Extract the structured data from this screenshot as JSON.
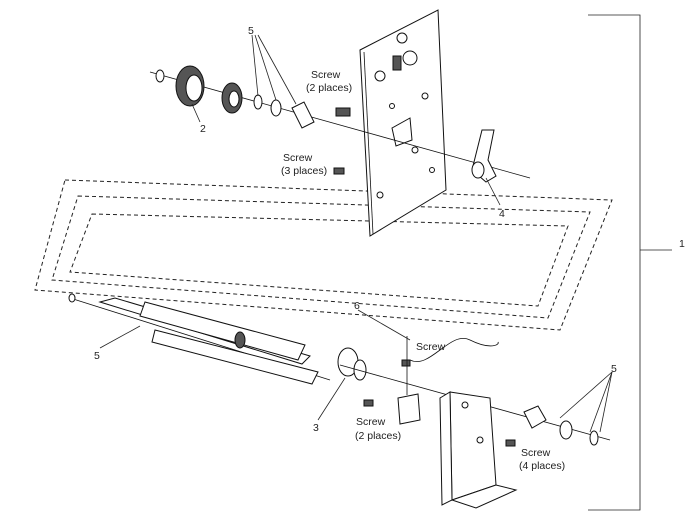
{
  "diagram": {
    "callouts": {
      "assembly": "1",
      "pulley": "2",
      "bushing_left": "3",
      "lever": "4",
      "clip_top": "5",
      "roller": "5",
      "clip_bottom_right": "5",
      "harness": "6"
    },
    "screw_labels": {
      "top": {
        "name": "Screw",
        "qty": "(2 places)"
      },
      "middle": {
        "name": "Screw",
        "qty": "(3 places)"
      },
      "harness": {
        "name": "Screw"
      },
      "bottom_left": {
        "name": "Screw",
        "qty": "(2 places)"
      },
      "bottom_right": {
        "name": "Screw",
        "qty": "(4 places)"
      }
    }
  }
}
